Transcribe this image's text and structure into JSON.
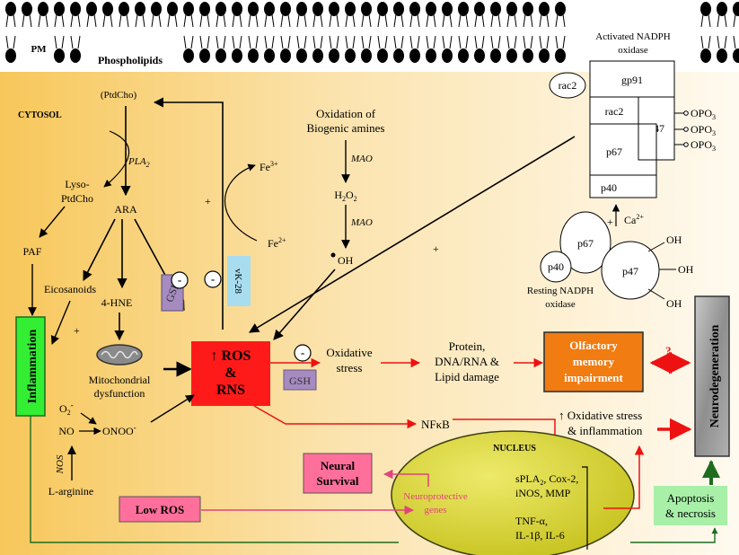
{
  "colors": {
    "membrane_head": "#000000",
    "ros_box": "#ff1a1a",
    "olfactory_box": "#f07c12",
    "neural_survival_box": "#ff6f9c",
    "low_ros_box": "#ff6f9c",
    "inflammation_box": "#33ee33",
    "gsh_box": "#a58bc0",
    "vitk_box": "#a8dcef",
    "nucleus_fill": "#d6d21e",
    "apoptosis_box": "#a8f0a8",
    "neurodegeneration_box": "#a8a8a8",
    "red_arrow": "#ee1111",
    "pink_arrow": "#e0457a",
    "green_arrow": "#1f6b1f",
    "gsh_text": "#333333"
  },
  "membrane": {
    "pm": "PM",
    "phospholipids": "Phospholipids"
  },
  "cytosol": "CYTOSOL",
  "ptdcho": "(PtdCho)",
  "pla2": "PLA",
  "pla2_sub": "2",
  "lyso": [
    "Lyso-",
    "PtdCho"
  ],
  "ara": "ARA",
  "paf": "PAF",
  "eicosanoids": "Eicosanoids",
  "hne": "4-HNE",
  "plus": "+",
  "mito": [
    "Mitochondrial",
    "dysfunction"
  ],
  "inflammation": "Inflammation",
  "gsh": "GSH",
  "minus": "-",
  "vitk": "vK-28",
  "fe3": "Fe",
  "fe3_sup": "3+",
  "fe2": "Fe",
  "fe2_sup": "2+",
  "oxidation": [
    "Oxidation of",
    "Biogenic amines"
  ],
  "mao": "MAO",
  "h2o2": [
    "H",
    "2",
    "O",
    "2"
  ],
  "oh_radical": "OH",
  "ros": [
    "↑ ROS",
    "&",
    "RNS"
  ],
  "oxidative_stress": [
    "Oxidative",
    "stress"
  ],
  "damage": [
    "Protein,",
    "DNA/RNA &",
    "Lipid damage"
  ],
  "olfactory": [
    "Olfactory",
    "memory",
    "impairment"
  ],
  "question": "?",
  "neurodegeneration": "Neurodegeneration",
  "superoxide": [
    "O",
    "2",
    "-"
  ],
  "no": "NO",
  "onoo": [
    "ONOO",
    "-"
  ],
  "nos": "NOS",
  "larginine": "L-arginine",
  "nfkb": "NFκB",
  "oxidative_inflammation": [
    "↑ Oxidative stress",
    "& inflammation"
  ],
  "nucleus": "NUCLEUS",
  "nucleus_genes": [
    "sPLA",
    "2",
    ", Cox-2,",
    "iNOS, MMP",
    "TNF-α,",
    "IL-1β, IL-6"
  ],
  "neuroprotective": [
    "Neuroprotective",
    "genes"
  ],
  "neural_survival": [
    "Neural",
    "Survival"
  ],
  "low_ros": "Low ROS",
  "apoptosis": [
    "Apoptosis",
    "& necrosis"
  ],
  "activated_nadph": [
    "Activated NADPH",
    "oxidase"
  ],
  "rac2": "rac2",
  "gp91": "gp91",
  "p47": "p47",
  "p67": "p67",
  "p40": "p40",
  "opo3": [
    "OPO",
    "3"
  ],
  "ca": [
    "Ca",
    "2+"
  ],
  "oh": "OH",
  "resting_nadph": [
    "Resting NADPH",
    "oxidase"
  ]
}
